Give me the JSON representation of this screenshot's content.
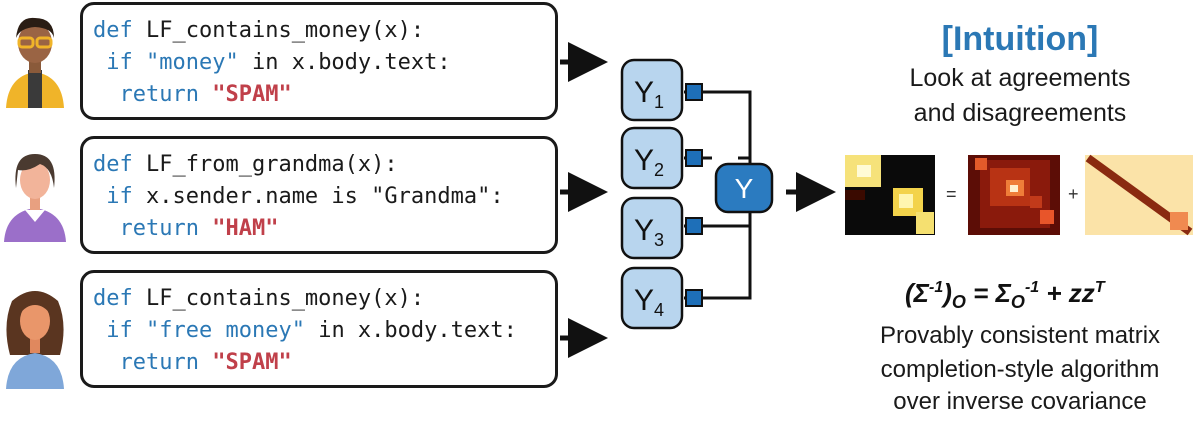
{
  "functions": [
    {
      "line1_kw": "def",
      "line1_rest": " LF_contains_money(x):",
      "line2_kw": "if",
      "line2_str": "\"money\"",
      "line2_rest": " in x.body.text:",
      "line3_kw": "return",
      "line3_val": "\"SPAM\""
    },
    {
      "line1_kw": "def",
      "line1_rest": " LF_from_grandma(x):",
      "line2_kw": "if",
      "line2_str": "",
      "line2_rest": " x.sender.name is \"Grandma\":",
      "line3_kw": "return",
      "line3_val": "\"HAM\""
    },
    {
      "line1_kw": "def",
      "line1_rest": " LF_contains_money(x):",
      "line2_kw": "if",
      "line2_str": "\"free money\"",
      "line2_rest": " in x.body.text:",
      "line3_kw": "return",
      "line3_val": "\"SPAM\""
    }
  ],
  "labels": {
    "y1_base": "Y",
    "y1_sub": "1",
    "y2_base": "Y",
    "y2_sub": "2",
    "y3_base": "Y",
    "y3_sub": "3",
    "y4_base": "Y",
    "y4_sub": "4",
    "y_out": "Y"
  },
  "intuition": {
    "heading": "[Intuition]",
    "line1": "Look at agreements",
    "line2": "and disagreements",
    "equals": "=",
    "plus": "+",
    "formula_l1": "(Σ",
    "formula_l2": "-1",
    "formula_l3": ")",
    "formula_l4": "O",
    "formula_eq": " = Σ",
    "formula_l5": "O",
    "formula_l6": "-1",
    "formula_l7": " + zz",
    "formula_l8": "T",
    "desc1": "Provably consistent matrix",
    "desc2": "completion-style algorithm",
    "desc3": "over inverse covariance"
  },
  "colors": {
    "blue": "#2b78b5",
    "node_fill": "#b8d5ee",
    "red": "#c0404a"
  },
  "icons": [
    "person-glasses-icon",
    "person-short-hair-icon",
    "person-long-hair-icon"
  ]
}
